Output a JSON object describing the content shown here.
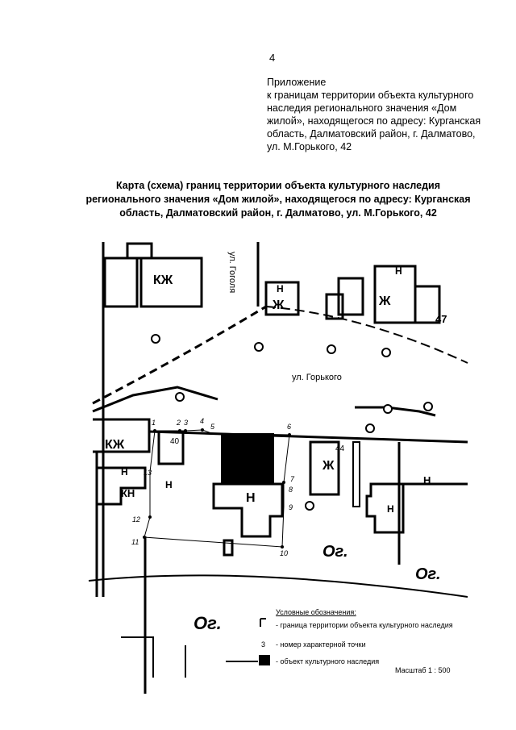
{
  "page_number": "4",
  "appendix": {
    "lines": [
      "Приложение",
      "к границам территории объекта культурного",
      "наследия регионального значения «Дом",
      "жилой», находящегося по адресу: Курганская",
      "область, Далматовский район, г. Далматово,",
      "ул. М.Горького, 42"
    ]
  },
  "title": {
    "lines": [
      "Карта (схема) границ территории объекта культурного наследия",
      "регионального значения «Дом жилой», находящегося по адресу: Курганская",
      "область, Далматовский район, г. Далматово, ул. М.Горького, 42"
    ]
  },
  "map": {
    "street_gogol": "ул. Гоголя",
    "street_gorky": "ул. Горького",
    "labels": {
      "kzh1": "КЖ",
      "kzh2": "КЖ",
      "zh1": "Ж",
      "zh2": "Ж",
      "zh3": "Ж",
      "n1": "Н",
      "n2": "Н",
      "n3": "Н",
      "n4": "Н",
      "n5": "Н",
      "n6": "Н",
      "n7": "Н",
      "kn": "КН",
      "h40": "40",
      "h44": "44",
      "h47": "47",
      "og1": "Ог.",
      "og2": "Ог.",
      "og3": "Ог."
    },
    "points": [
      "1",
      "2",
      "3",
      "4",
      "5",
      "6",
      "7",
      "8",
      "9",
      "10",
      "11",
      "12",
      "13"
    ]
  },
  "legend": {
    "title": "Условные обозначения:",
    "boundary": "- граница территории объекта культурного наследия",
    "point_sample": "3",
    "point": "- номер характерной точки",
    "object": "- объект    культурного наследия",
    "scale": "Масштаб 1 : 500"
  }
}
